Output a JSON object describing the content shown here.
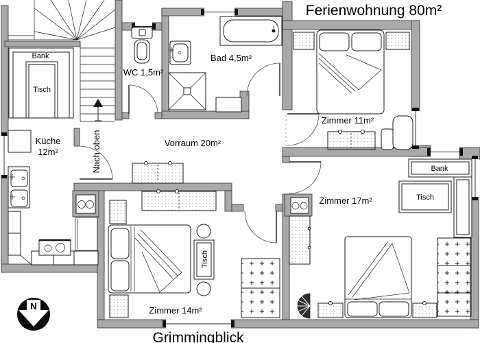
{
  "title": "Ferienwohnung 80m²",
  "caption": "Grimmingblick",
  "compass": {
    "letter": "N"
  },
  "colors": {
    "wall": "#a9a9a9",
    "line": "#1a1a1a",
    "background": "#ffffff",
    "fixture_dark": "#2e2e2e"
  },
  "rooms": {
    "wc": {
      "label": "WC 1,5m²"
    },
    "bad": {
      "label": "Bad 4,5m²"
    },
    "zimmer11": {
      "label": "Zimmer 11m²"
    },
    "kueche": {
      "name": "Küche",
      "area": "12m²"
    },
    "vorraum": {
      "label": "Vorraum 20m²"
    },
    "zimmer17": {
      "label": "Zimmer 17m²"
    },
    "zimmer14": {
      "label": "Zimmer 14m²"
    }
  },
  "labels": {
    "kueche_bank": "Bank",
    "kueche_tisch": "Tisch",
    "zimmer17_bank": "Bank",
    "zimmer17_tisch": "Tisch",
    "zimmer14_tisch": "Tisch",
    "stairs_direction": "Nach oben"
  }
}
